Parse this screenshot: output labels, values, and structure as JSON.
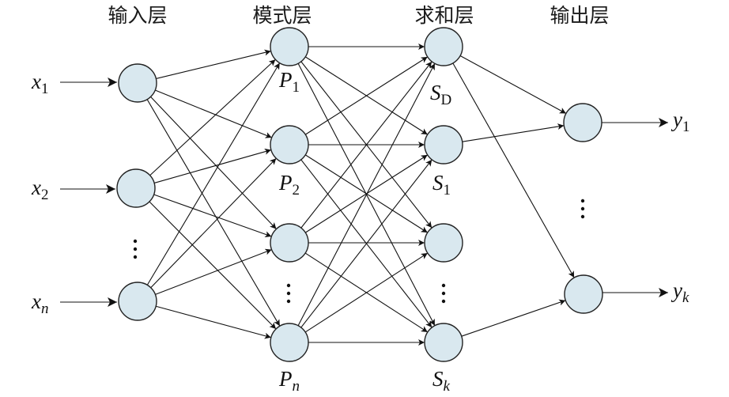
{
  "layers": {
    "input": {
      "title": "输入层"
    },
    "pattern": {
      "title": "模式层"
    },
    "summation": {
      "title": "求和层"
    },
    "output": {
      "title": "输出层"
    }
  },
  "inputs": [
    {
      "base": "x",
      "sub": "1"
    },
    {
      "base": "x",
      "sub": "2"
    },
    {
      "base": "x",
      "sub": "n",
      "sub_italic": true
    }
  ],
  "pattern_labels": [
    {
      "base": "P",
      "sub": "1"
    },
    {
      "base": "P",
      "sub": "2"
    },
    {
      "base": "P",
      "sub": "n",
      "sub_italic": true
    }
  ],
  "summation_labels": [
    {
      "base": "S",
      "sub": "D"
    },
    {
      "base": "S",
      "sub": "1"
    },
    {
      "base": "S",
      "sub": "k",
      "sub_italic": true
    }
  ],
  "outputs": [
    {
      "base": "y",
      "sub": "1"
    },
    {
      "base": "y",
      "sub": "k",
      "sub_italic": true
    }
  ],
  "colors": {
    "node_fill": "#d9e8ef",
    "stroke": "#111111"
  }
}
